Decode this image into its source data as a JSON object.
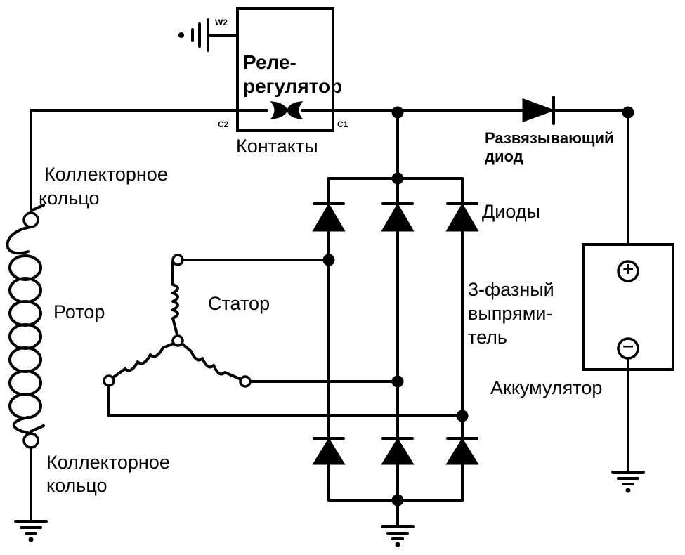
{
  "regulator": {
    "label_line1": "Реле-",
    "label_line2": "регулятор",
    "pin_w2": "W2",
    "pin_c1": "C1",
    "pin_c2": "C2",
    "contacts_label": "Контакты"
  },
  "decoupling_diode": {
    "label_line1": "Развязывающий",
    "label_line2": "диод"
  },
  "rotor": {
    "label": "Ротор",
    "slip_ring_top_line1": "Коллекторное",
    "slip_ring_top_line2": "кольцо",
    "slip_ring_bottom_line1": "Коллекторное",
    "slip_ring_bottom_line2": "кольцо"
  },
  "stator": {
    "label": "Статор"
  },
  "rectifier": {
    "diodes_label": "Диоды",
    "label_line1": "3-фазный",
    "label_line2": "выпрями-",
    "label_line3": "тель"
  },
  "battery": {
    "label": "Аккумулятор",
    "plus_symbol": "+",
    "minus_symbol": "−"
  }
}
